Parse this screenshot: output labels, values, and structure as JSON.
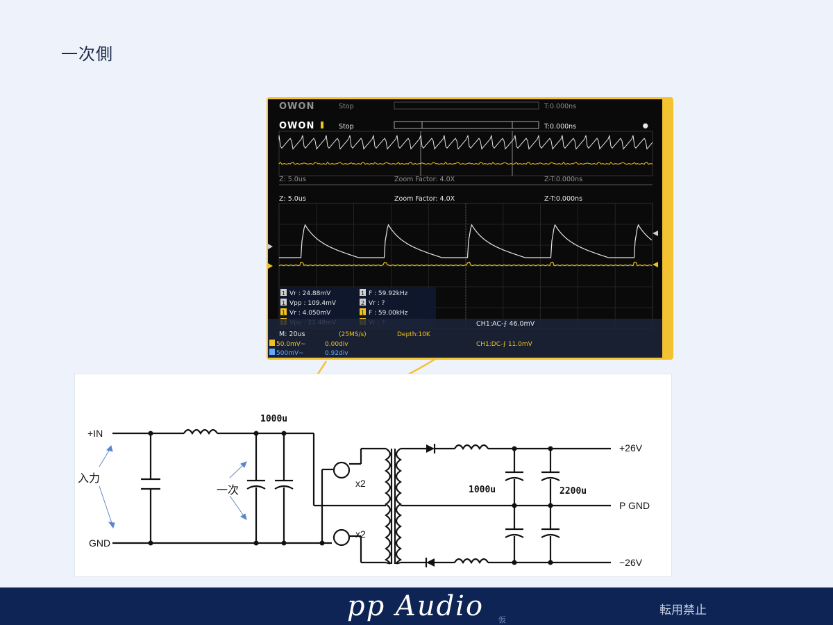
{
  "slide": {
    "title": "一次側"
  },
  "scope": {
    "brand": "OWON",
    "state": "Stop",
    "trig_time": "T:0.000ns",
    "zoom_timebase": "Z: 5.0us",
    "zoom_factor": "Zoom Factor: 4.0X",
    "zoom_trig": "Z-T:0.000ns",
    "meas": [
      {
        "ch": "1",
        "text": "Vr : 24.88mV"
      },
      {
        "ch": "1",
        "text": "F : 59.92kHz"
      },
      {
        "ch": "1",
        "text": "Vpp : 109.4mV"
      },
      {
        "ch": "2",
        "text": "Vr :     ?"
      },
      {
        "ch": "1",
        "text": "Vr : 4.050mV"
      },
      {
        "ch": "1",
        "text": "F : 59.00kHz"
      },
      {
        "ch": "1",
        "text": "Vpp : 21.48mV"
      },
      {
        "ch": "2",
        "text": "Vr :     ?"
      }
    ],
    "ch1_trigger_upper": "CH1:AC-⨍ 46.0mV",
    "timebase": "M: 20us",
    "sample_rate": "(25MS/s)",
    "depth": "Depth:10K",
    "ch1_scale": "50.0mV~",
    "ch1_offset": "0.00div",
    "ch2_scale": "500mV~",
    "ch2_offset": "0.92div",
    "ch1_trigger_lower": "CH1:DC-⨍ 11.0mV",
    "colors": {
      "ch1": "#f3c21a",
      "ch2": "#67a8ff",
      "trace_white": "#e6e6e6",
      "highlight": "#f2c230"
    }
  },
  "circuit": {
    "in_plus": "+IN",
    "gnd": "GND",
    "input_label": "入力",
    "primary_label": "一次",
    "primary_cap": "1000u",
    "transistor_mult_top": "x2",
    "transistor_mult_bottom": "x2",
    "secondary_cap_1": "1000u",
    "secondary_cap_2": "2200u",
    "out_pos": "+26V",
    "out_gnd": "P GND",
    "out_neg": "−26V"
  },
  "footer": {
    "brand": "pp Audio",
    "brand_sub": "仮",
    "note": "転用禁止"
  }
}
